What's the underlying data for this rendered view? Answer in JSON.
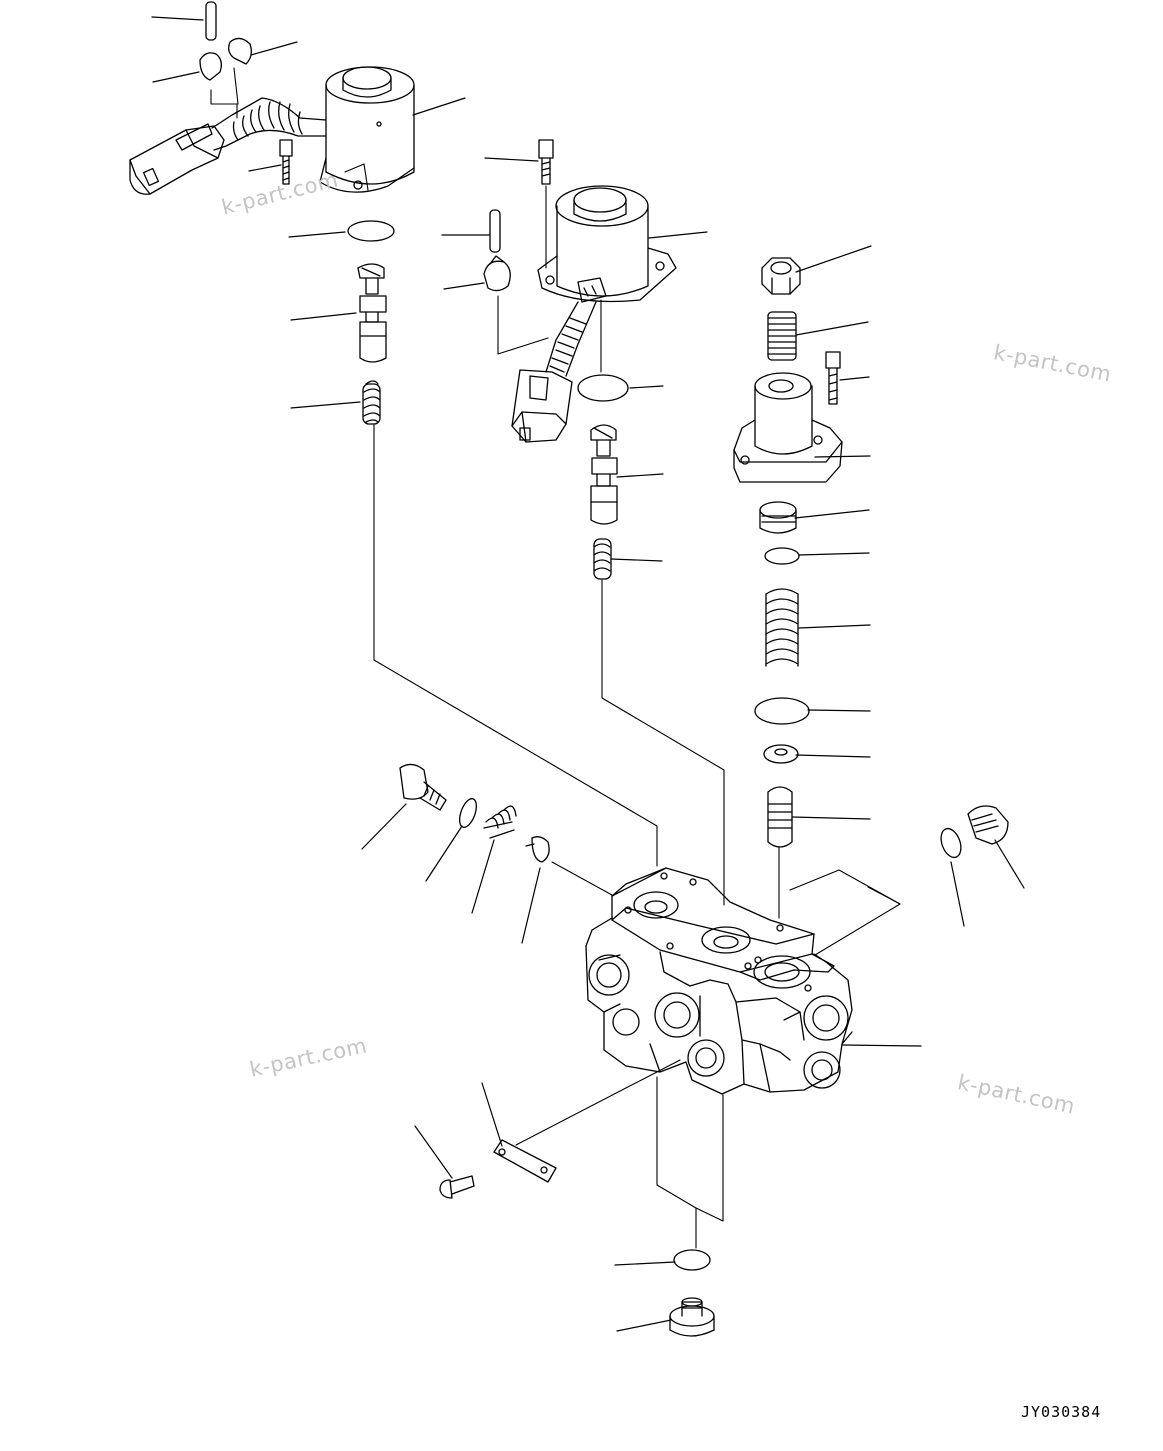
{
  "watermark_text": "k-part.com",
  "drawing_code": "JY030384",
  "line_color": "#000000",
  "watermark_color": "#c4c4c4",
  "parts": [
    "solenoid-valve-upper-left",
    "solenoid-valve-center",
    "pressure-reducing-valve-body",
    "connector-harness",
    "clip",
    "pin",
    "bolt",
    "o-ring",
    "spool",
    "spring",
    "nut",
    "adjust-screw",
    "plug",
    "orifice",
    "name-plate",
    "rivet",
    "valve-body"
  ]
}
